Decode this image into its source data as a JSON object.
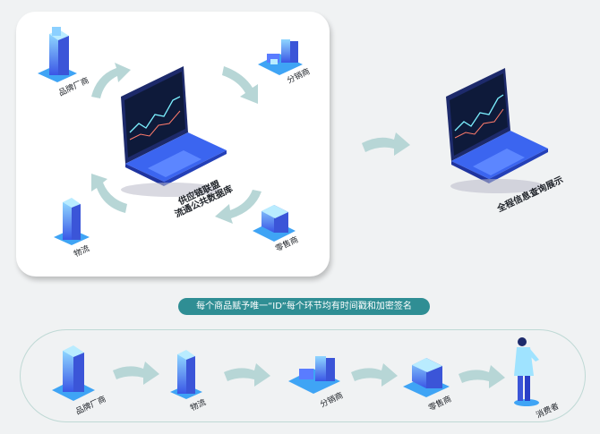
{
  "top_panel": {
    "nodes": {
      "brand": "品牌厂商",
      "distributor": "分销商",
      "logistics": "物流",
      "retailer": "零售商"
    },
    "center_label_line1": "供应链联盟",
    "center_label_line2": "流通公共数据库"
  },
  "display_label": "全程信息查询展示",
  "banner_text": "每个商品赋予唯一“ID”每个环节均有时间戳和加密签名",
  "flow": {
    "steps": [
      "品牌厂商",
      "物流",
      "分销商",
      "零售商",
      "消费者"
    ]
  },
  "colors": {
    "arrow": "#b7d6d6",
    "banner": "#2f8e94",
    "building": "#4a6df0",
    "laptop": "#2e56e0"
  }
}
